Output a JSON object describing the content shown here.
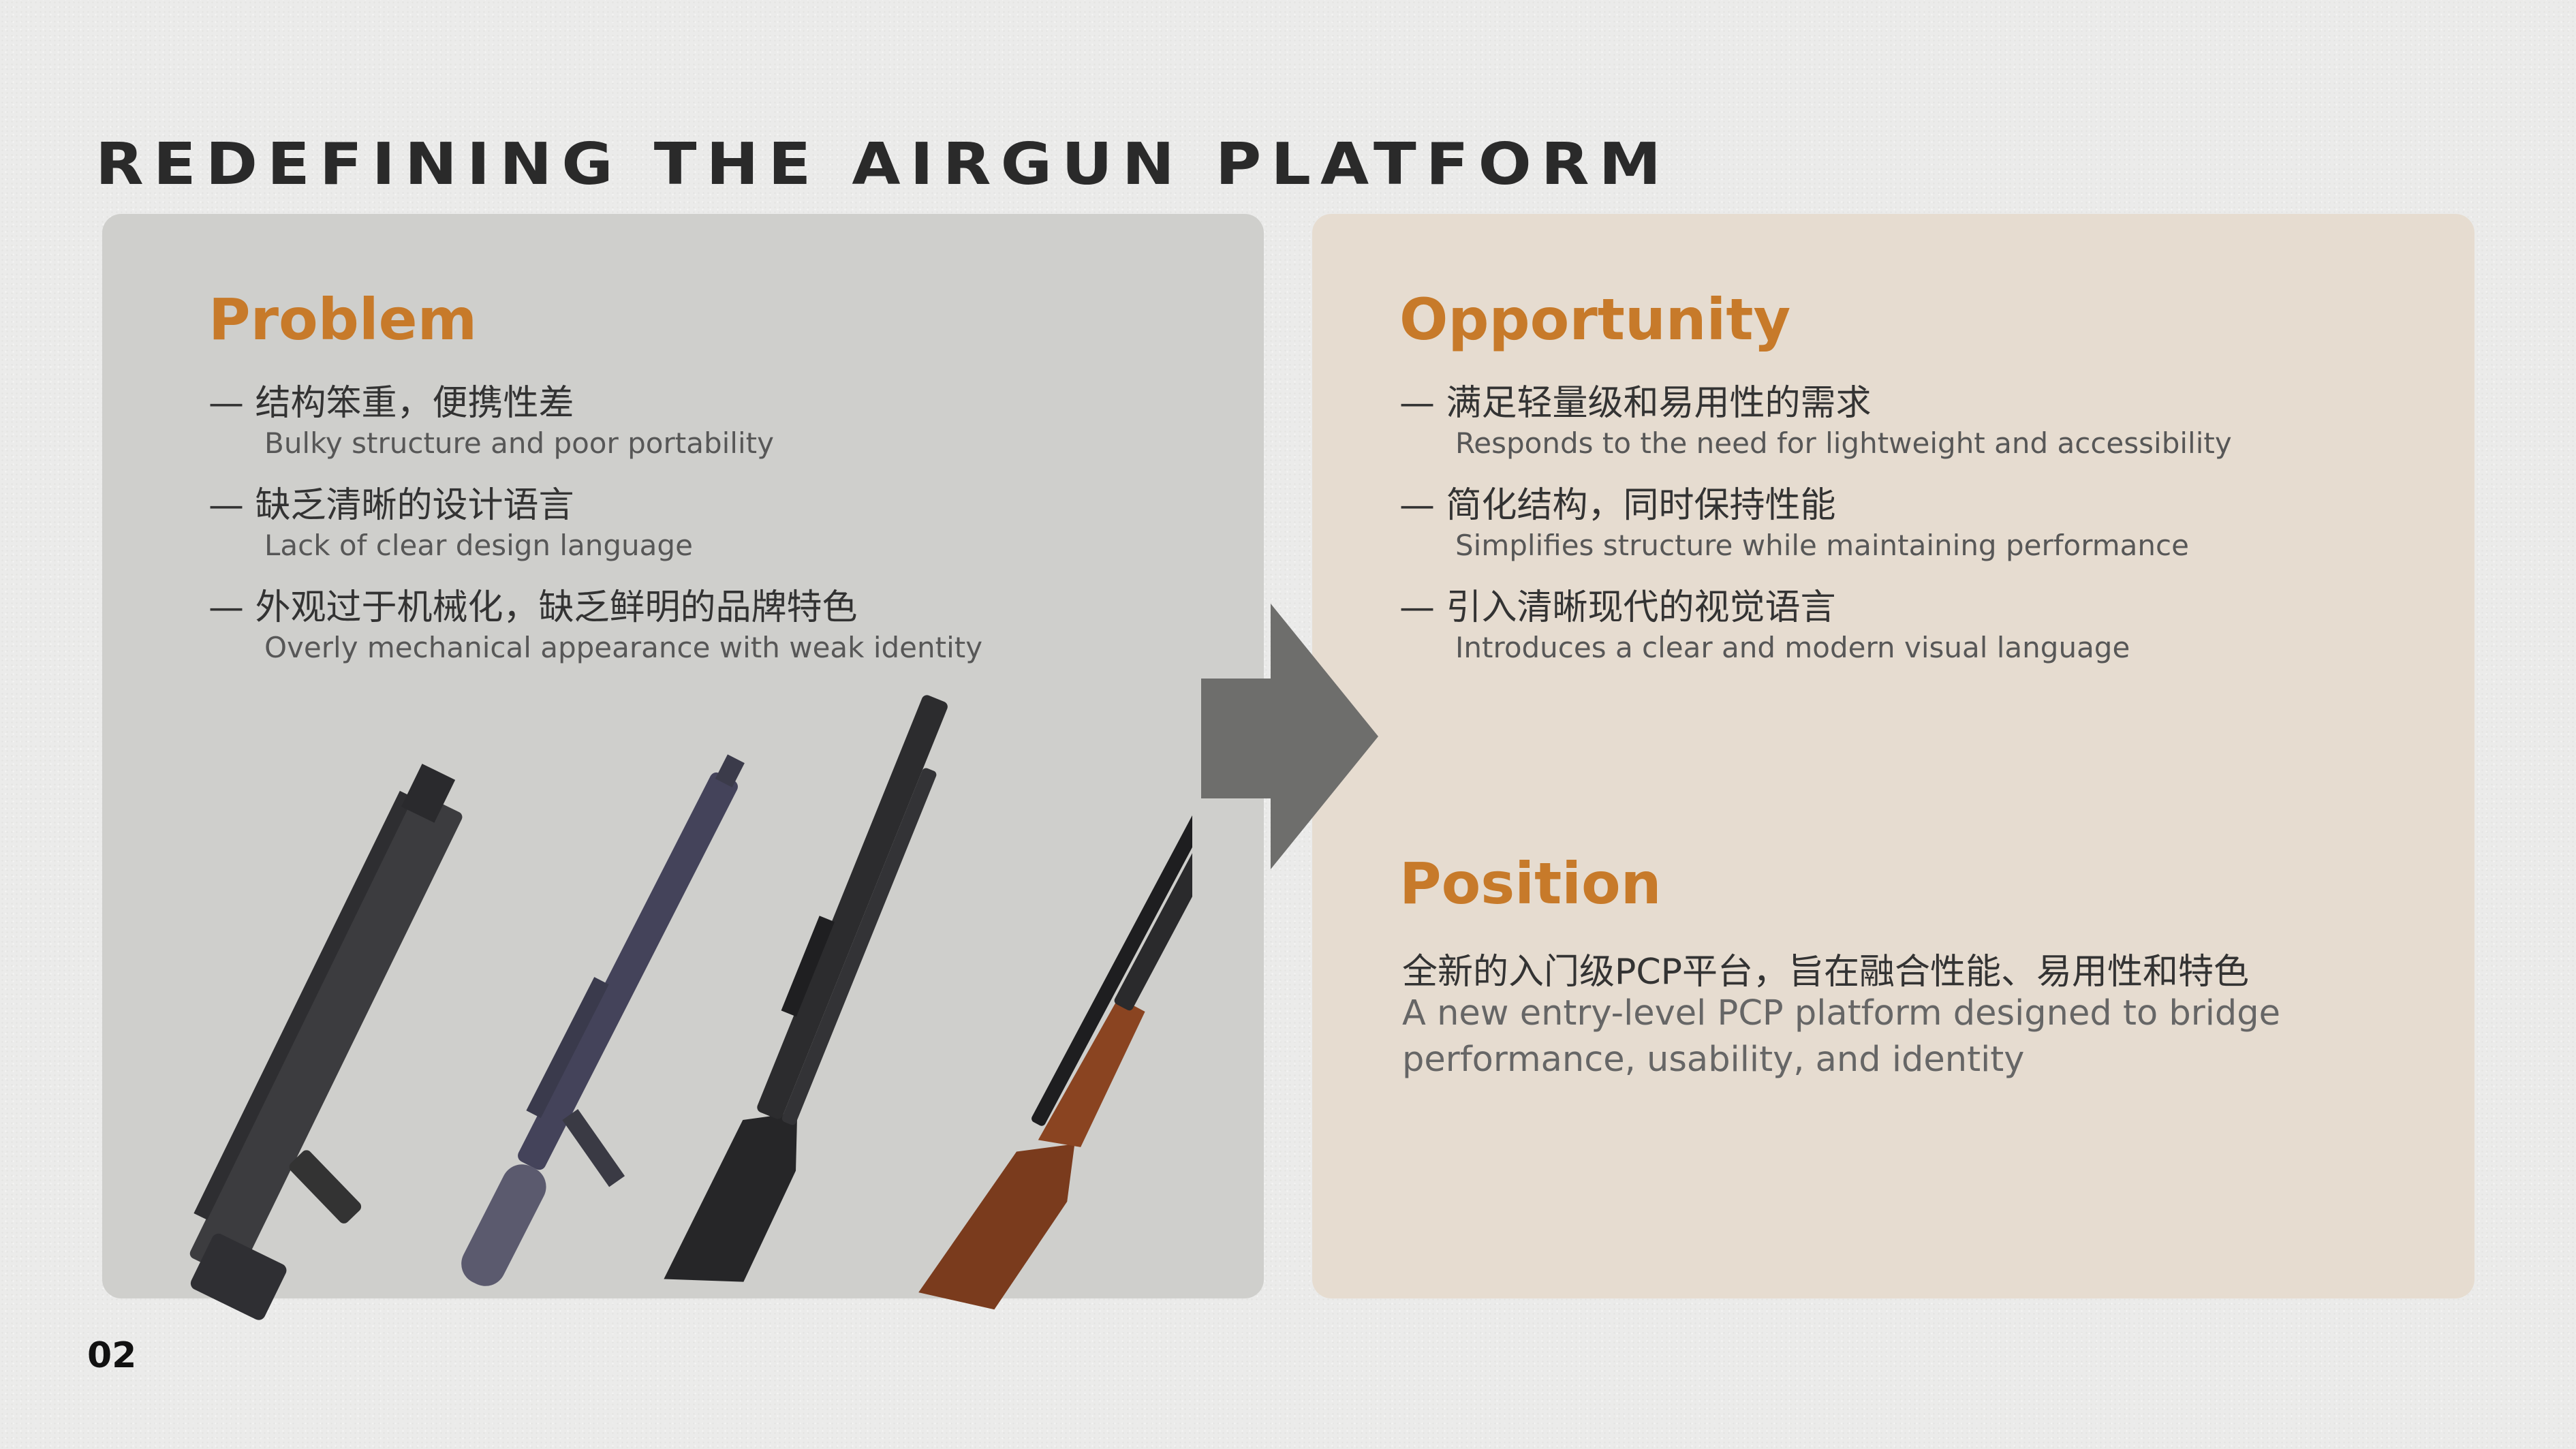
{
  "page": {
    "title": "REDEFINING THE AIRGUN PLATFORM",
    "number": "02"
  },
  "problem": {
    "heading": "Problem",
    "items": [
      {
        "zh": "— 结构笨重，便携性差",
        "en": "Bulky structure and poor portability"
      },
      {
        "zh": "— 缺乏清晰的设计语言",
        "en": "Lack of clear design language"
      },
      {
        "zh": "— 外观过于机械化，缺乏鲜明的品牌特色",
        "en": "Overly mechanical appearance with weak identity"
      }
    ]
  },
  "opportunity": {
    "heading": "Opportunity",
    "items": [
      {
        "zh": "— 满足轻量级和易用性的需求",
        "en": "Responds to the need for lightweight and accessibility"
      },
      {
        "zh": "— 简化结构，同时保持性能",
        "en": "Simplifies structure while maintaining performance"
      },
      {
        "zh": "— 引入清晰现代的视觉语言",
        "en": "Introduces a clear and modern visual language"
      }
    ]
  },
  "position": {
    "heading": "Position",
    "zh": "全新的入门级PCP平台，旨在融合性能、易用性和特色",
    "en": "A new entry-level PCP platform designed to bridge performance, usability, and identity"
  },
  "colors": {
    "accent": "#c77a2a",
    "panel_left": "#cfcfcc",
    "panel_right": "#e6dcd0",
    "arrow": "#6e6e6c"
  }
}
